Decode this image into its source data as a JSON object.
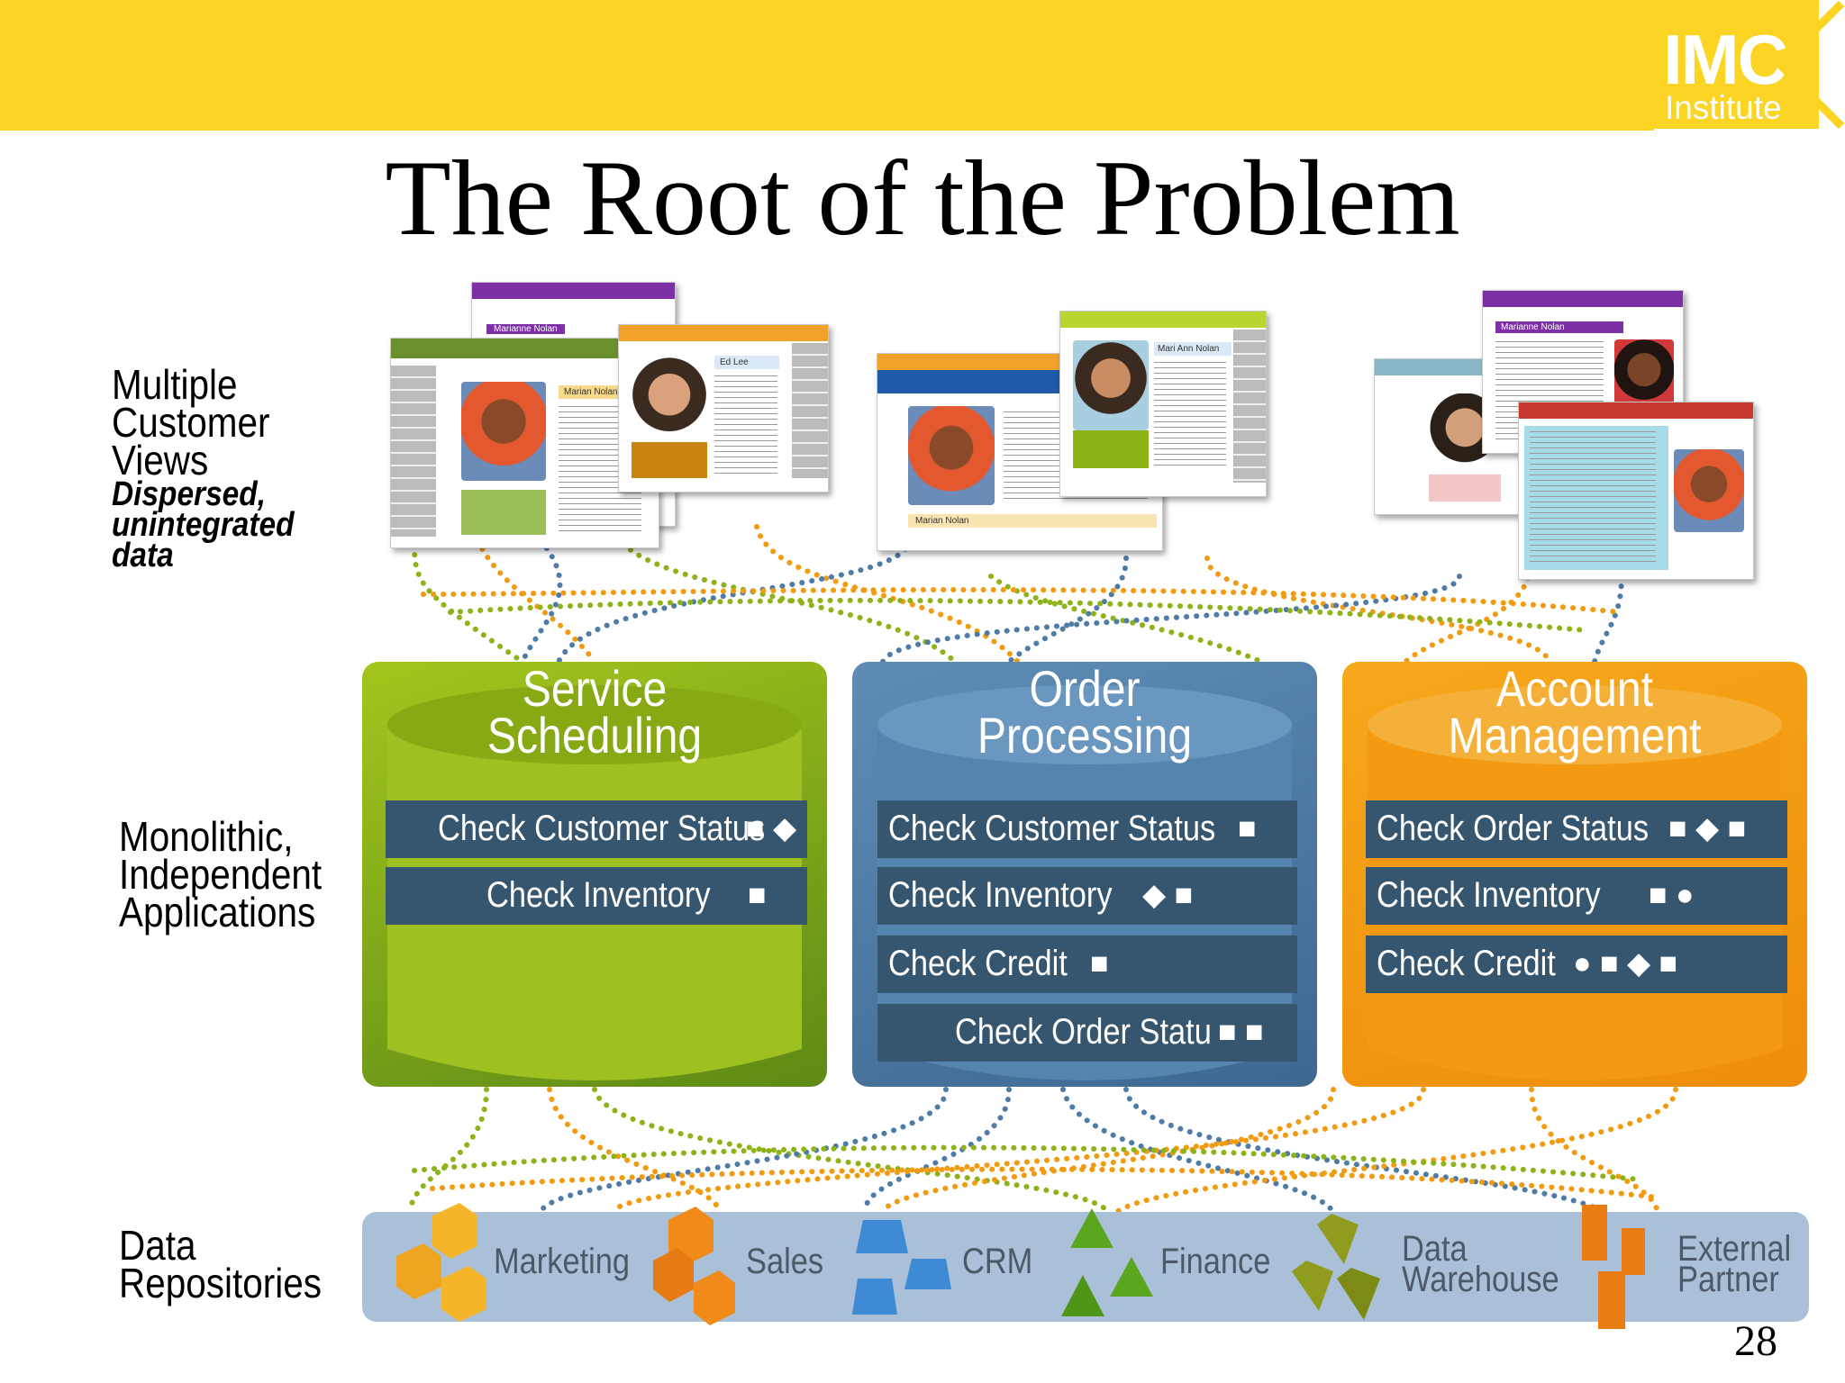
{
  "slide": {
    "title": "The Root of the Problem",
    "slide_number": "28",
    "logo": {
      "line1": "IMC",
      "line2": "Institute"
    }
  },
  "side_labels": {
    "views": {
      "lines": [
        "Multiple",
        "Customer",
        "Views"
      ],
      "sub": [
        "Dispersed,",
        "unintegrated",
        "data"
      ]
    },
    "apps": [
      "Monolithic,",
      "Independent",
      "Applications"
    ],
    "repos": [
      "Data",
      "Repositories"
    ]
  },
  "windows": [
    {
      "name": "Marianne Nolan"
    },
    {
      "name": "Marian Nolan"
    },
    {
      "name": "Ed Lee"
    },
    {
      "name": "Marian Nolan"
    },
    {
      "name": "Mari Ann Nolan"
    },
    {
      "name": "Marianne Nolan"
    }
  ],
  "applications": [
    {
      "title": [
        "Service",
        "Scheduling"
      ],
      "color": "#8db319",
      "rows": [
        {
          "label": "Check Customer Status",
          "symbols": "■ ◆"
        },
        {
          "label": "Check Inventory",
          "symbols": "■"
        }
      ]
    },
    {
      "title": [
        "Order",
        "Processing"
      ],
      "color": "#4f7ca6",
      "rows": [
        {
          "label": "Check Customer Status",
          "symbols": "■"
        },
        {
          "label": "Check Inventory",
          "symbols": "◆ ■"
        },
        {
          "label": "Check Credit",
          "symbols": "■"
        },
        {
          "label": "Check Order Statu",
          "symbols": "■ ■"
        }
      ]
    },
    {
      "title": [
        "Account",
        "Management"
      ],
      "color": "#f29a10",
      "rows": [
        {
          "label": "Check Order Status",
          "symbols": "■ ◆ ■"
        },
        {
          "label": "Check Inventory",
          "symbols": "■ ●"
        },
        {
          "label": "Check Credit",
          "symbols": "● ■ ◆ ■"
        }
      ]
    }
  ],
  "repositories": [
    {
      "label": [
        "Marketing"
      ],
      "icon": "yellow-cubes-icon"
    },
    {
      "label": [
        "Sales"
      ],
      "icon": "orange-cubes-icon"
    },
    {
      "label": [
        "CRM"
      ],
      "icon": "blue-blocks-icon"
    },
    {
      "label": [
        "Finance"
      ],
      "icon": "green-pyramids-icon"
    },
    {
      "label": [
        "Data",
        "Warehouse"
      ],
      "icon": "olive-diamonds-icon"
    },
    {
      "label": [
        "External",
        "Partner"
      ],
      "icon": "orange-columns-icon"
    }
  ]
}
